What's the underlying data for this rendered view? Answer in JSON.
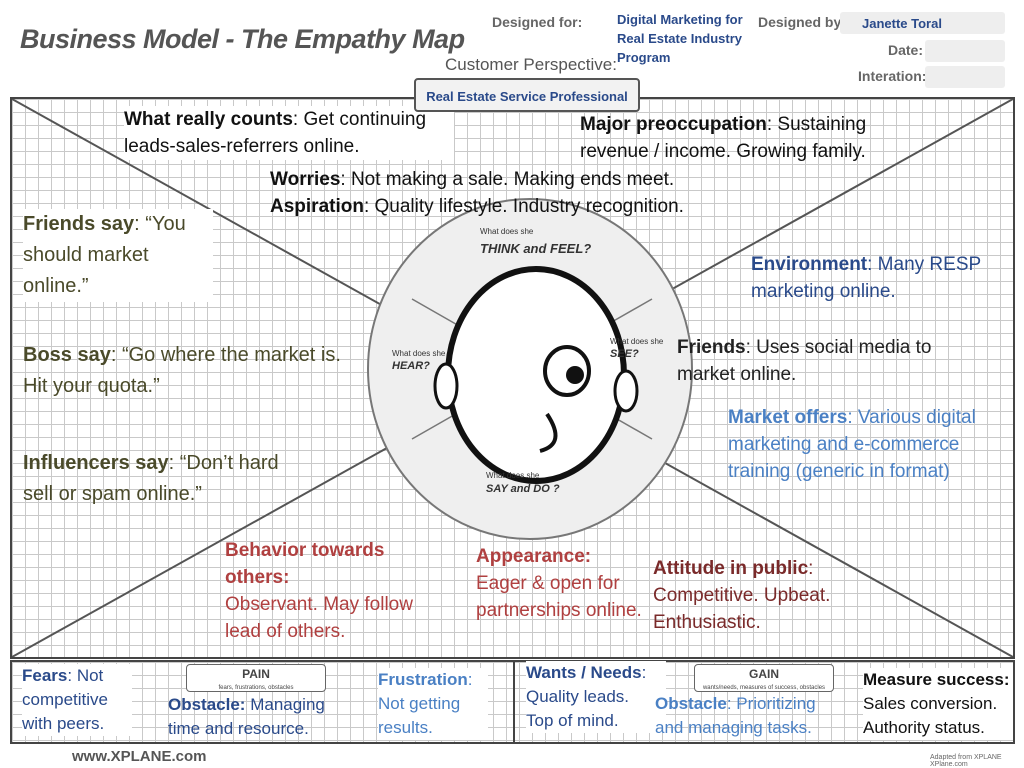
{
  "title": "Business Model - The Empathy Map",
  "header": {
    "designed_for_label": "Designed for:",
    "designed_for_value": "Digital Marketing for Real Estate Industry Program",
    "designed_by_label": "Designed by:",
    "designed_by_value": "Janette Toral",
    "date_label": "Date:",
    "iteration_label": "Interation:"
  },
  "customer_perspective_label": "Customer Perspective:",
  "customer": "Real Estate Service Professional",
  "think_feel": {
    "prompt_small": "What does she",
    "prompt": "THINK and FEEL?",
    "what_really_counts_label": "What really counts",
    "what_really_counts": ": Get continuing leads-sales-referrers online.",
    "major_preoccupation_label": "Major preoccupation",
    "major_preoccupation": ": Sustaining revenue / income. Growing family.",
    "worries_label": "Worries",
    "worries": ": Not making a sale. Making ends meet.",
    "aspiration_label": "Aspiration",
    "aspiration": ": Quality lifestyle. Industry recognition."
  },
  "hear": {
    "prompt_small": "What does she",
    "prompt": "HEAR?",
    "friends_say_label": "Friends say",
    "friends_say": ": “You should market online.”",
    "boss_say_label": "Boss say",
    "boss_say": ": “Go where the market is. Hit your quota.”",
    "influencers_say_label": "Influencers say",
    "influencers_say": ": “Don’t hard sell or spam online.”"
  },
  "see": {
    "prompt_small": "What does she",
    "prompt": "SEE?",
    "environment_label": "Environment",
    "environment": ": Many RESP marketing online.",
    "friends_label": "Friends",
    "friends": ": Uses social media to market online.",
    "market_offers_label": "Market offers",
    "market_offers": ": Various digital marketing and e-commerce training (generic in format)"
  },
  "say_do": {
    "prompt_small": "What does she",
    "prompt": "SAY and DO ?",
    "behavior_label": "Behavior towards others:",
    "behavior": "Observant. May follow lead of others.",
    "appearance_label": "Appearance:",
    "appearance": "Eager & open for partnerships online.",
    "attitude_label": "Attitude in public",
    "attitude": ":\nCompetitive. Upbeat. Enthusiastic."
  },
  "pain": {
    "tag": "PAIN",
    "tag_sub": "fears, frustrations, obstacles",
    "fears_label": "Fears",
    "fears": ": Not competitive with peers.",
    "obstacle_label": "Obstacle:",
    "obstacle": " Managing time and resource.",
    "frustration_label": "Frustration",
    "frustration": ":\nNot getting results."
  },
  "gain": {
    "tag": "GAIN",
    "tag_sub": "wants/needs, measures of success, obstacles",
    "wants_label": "Wants / Needs",
    "wants": ":\nQuality leads.\nTop of mind.",
    "obstacle_label": "Obstacle",
    "obstacle": ": Prioritizing and managing tasks.",
    "measure_label": "Measure success:",
    "measure": "Sales conversion. Authority status."
  },
  "footer": {
    "left": "www.XPLANE.com",
    "right": "Adapted from XPLANE XPlane.com"
  }
}
